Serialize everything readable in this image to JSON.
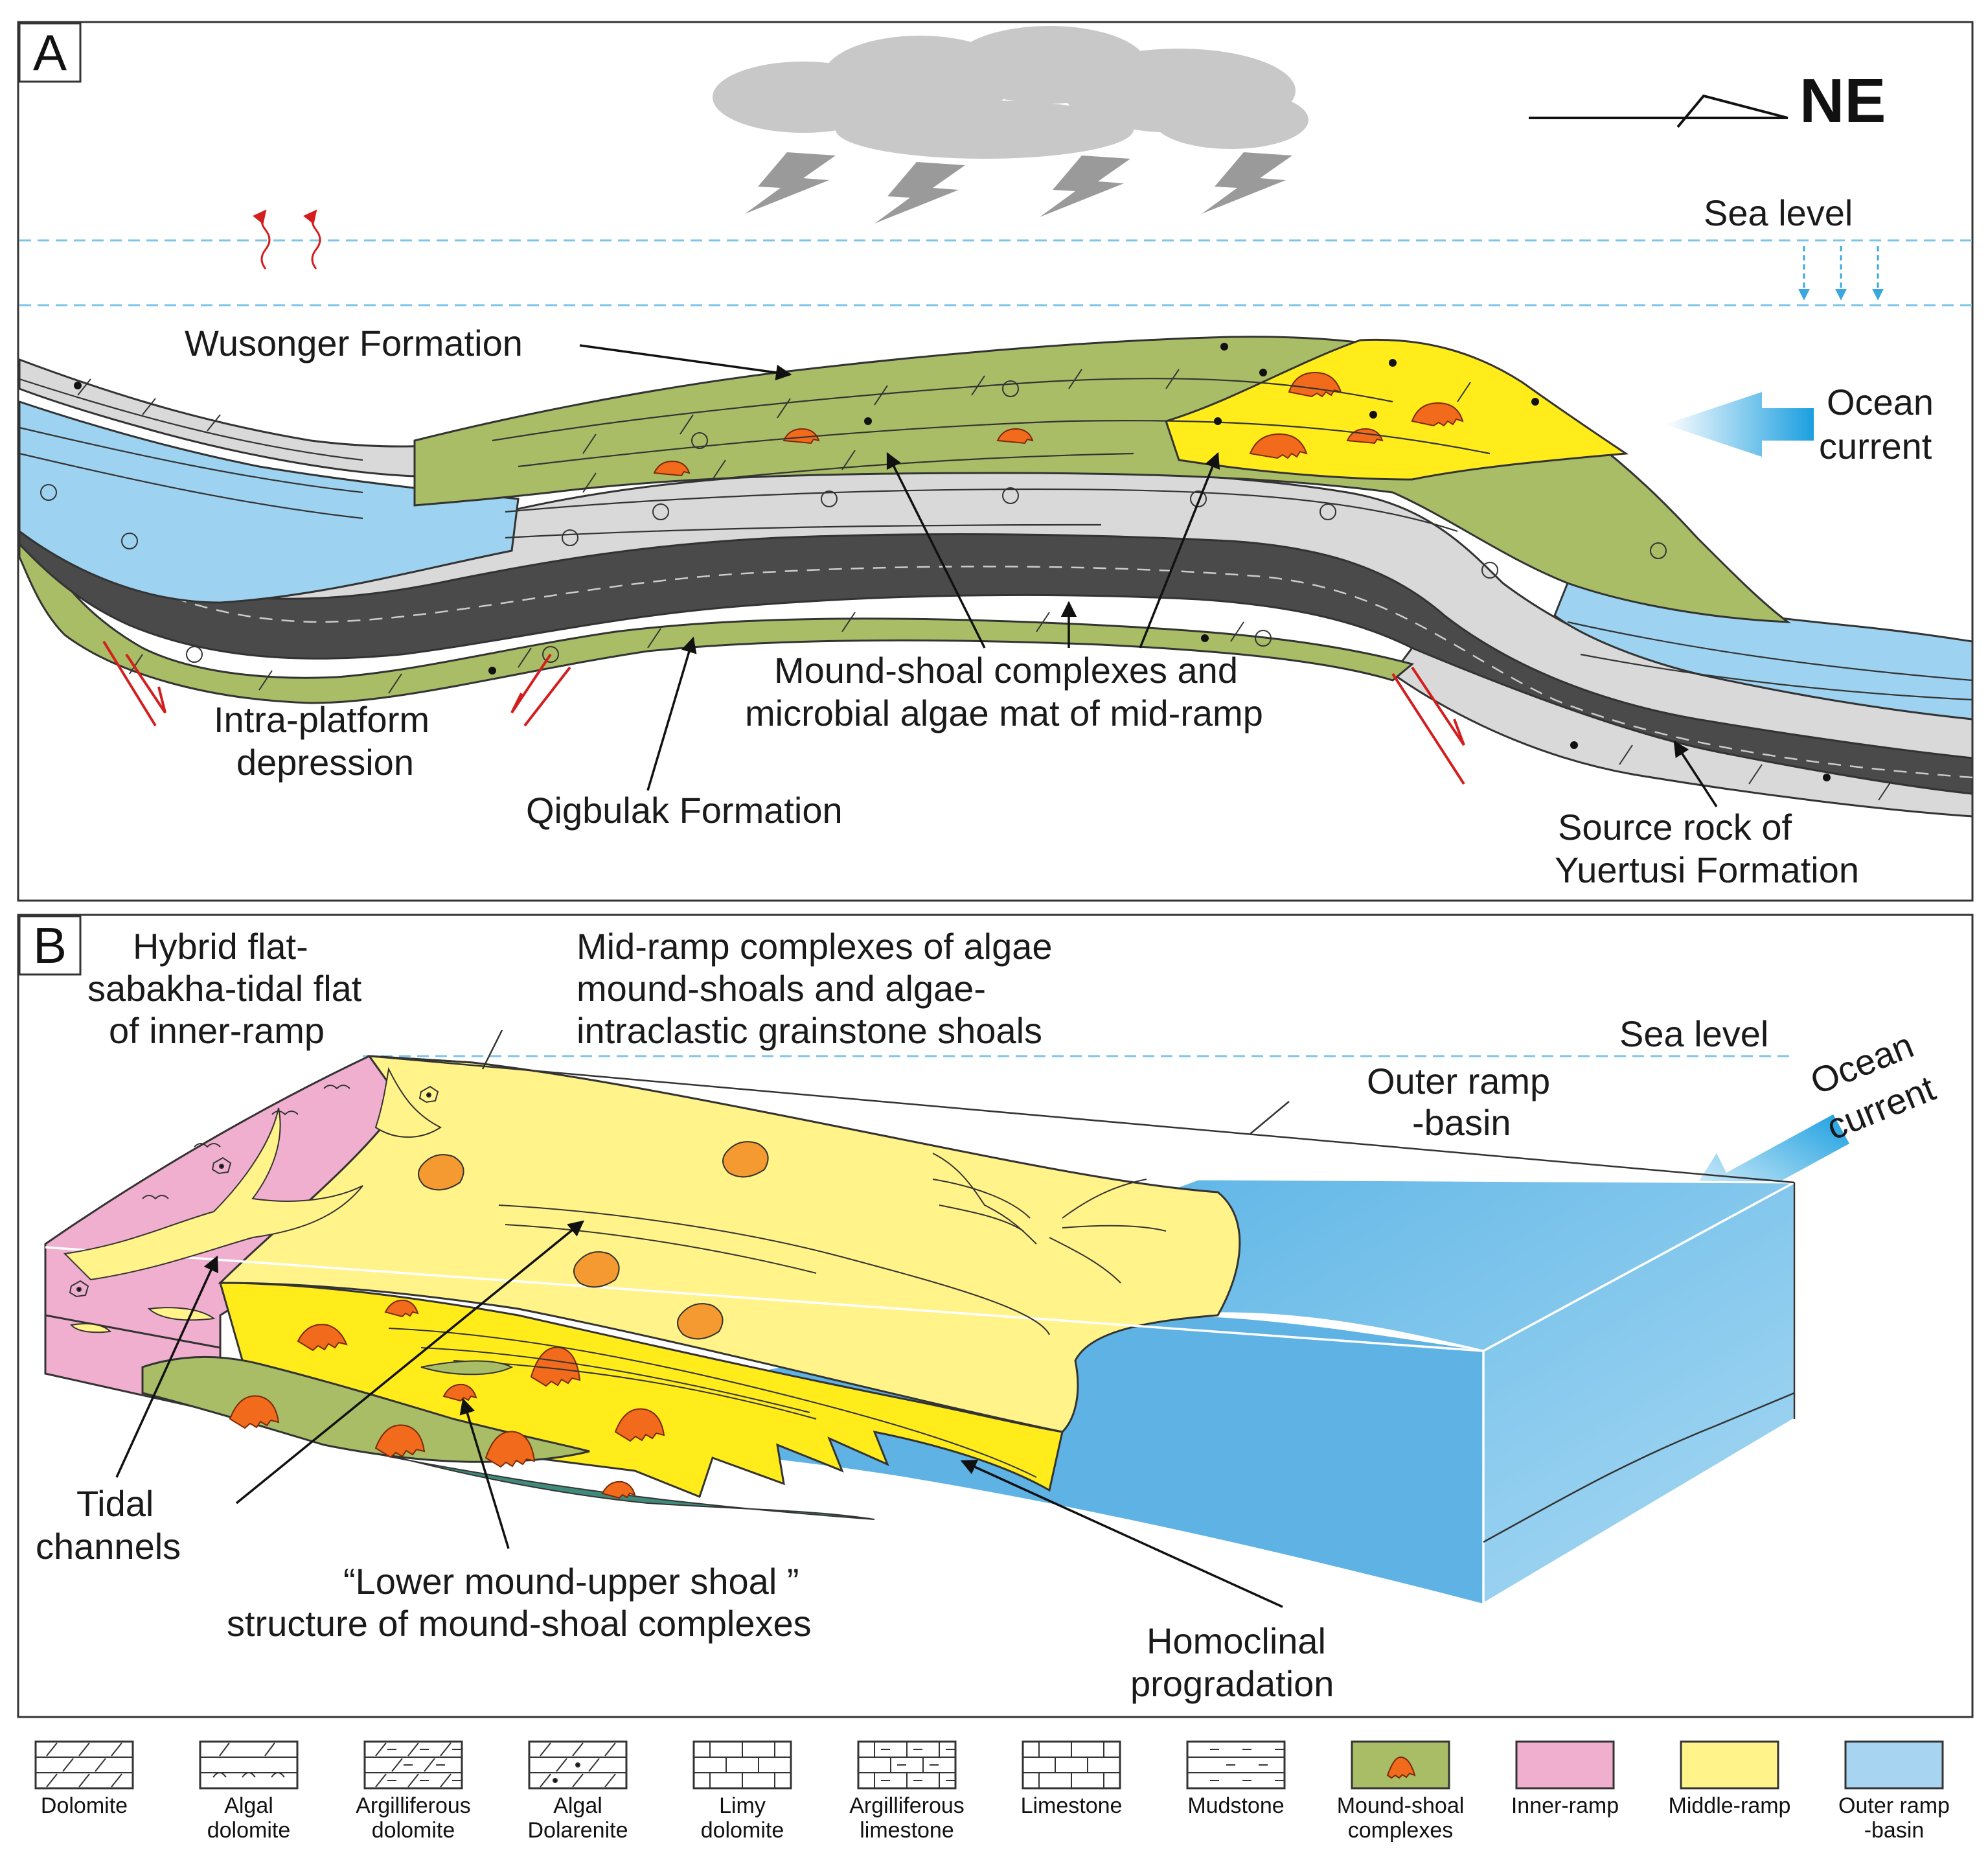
{
  "panel_a": {
    "letter": "A",
    "direction": "NE",
    "sea_level": "Sea level",
    "ocean_current": [
      "Ocean",
      "current"
    ],
    "wusonger": "Wusonger Formation",
    "intra_platform": [
      "Intra-platform",
      "depression"
    ],
    "mound_shoal": [
      "Mound-shoal complexes and",
      "microbial algae mat of mid-ramp"
    ],
    "qigbulak": "Qigbulak Formation",
    "source_rock": [
      "Source rock of",
      "Yuertusi Formation"
    ]
  },
  "panel_b": {
    "letter": "B",
    "hybrid_flat": [
      "Hybrid flat-",
      "sabakha-tidal flat",
      "of inner-ramp"
    ],
    "mid_ramp": [
      "Mid-ramp complexes of algae",
      "mound-shoals  and algae-",
      "intraclastic grainstone shoals"
    ],
    "sea_level": "Sea level",
    "outer_ramp": [
      "Outer ramp",
      "-basin"
    ],
    "ocean_current": [
      "Ocean",
      "current"
    ],
    "tidal_channels": [
      "Tidal",
      "channels"
    ],
    "lower_mound": [
      "“Lower mound-upper shoal ”",
      "structure of mound-shoal complexes"
    ],
    "homoclinal": [
      "Homoclinal",
      "progradation"
    ]
  },
  "legend": [
    {
      "label": [
        "Dolomite"
      ],
      "pattern": "dolomite"
    },
    {
      "label": [
        "Algal",
        "dolomite"
      ],
      "pattern": "algal-dolomite"
    },
    {
      "label": [
        "Argilliferous",
        "dolomite"
      ],
      "pattern": "argilliferous-dolomite"
    },
    {
      "label": [
        "Algal",
        "Dolarenite"
      ],
      "pattern": "algal-dolarenite"
    },
    {
      "label": [
        "Limy",
        "dolomite"
      ],
      "pattern": "limy-dolomite"
    },
    {
      "label": [
        "Argilliferous",
        "limestone"
      ],
      "pattern": "argilliferous-limestone"
    },
    {
      "label": [
        "Limestone"
      ],
      "pattern": "limestone"
    },
    {
      "label": [
        "Mudstone"
      ],
      "pattern": "mudstone"
    },
    {
      "label": [
        "Mound-shoal",
        "complexes"
      ],
      "pattern": "mound-shoal"
    },
    {
      "label": [
        "Inner-ramp"
      ],
      "pattern": "inner-ramp"
    },
    {
      "label": [
        "Middle-ramp"
      ],
      "pattern": "middle-ramp"
    },
    {
      "label": [
        "Outer ramp",
        "-basin"
      ],
      "pattern": "outer-ramp"
    }
  ],
  "colors": {
    "green": "#a9bd67",
    "yellow": "#ffec1a",
    "pale_yellow": "#fff38a",
    "blue": "#9dd3f0",
    "deep_blue": "#6fbfe8",
    "grey": "#d9d9d9",
    "dark": "#4a4a4a",
    "pink": "#f0afcf",
    "orange": "#f26a1b",
    "teal": "#3f8a7a",
    "cloud": "#c8c8c8",
    "sea_line": "#7fc4e8"
  }
}
